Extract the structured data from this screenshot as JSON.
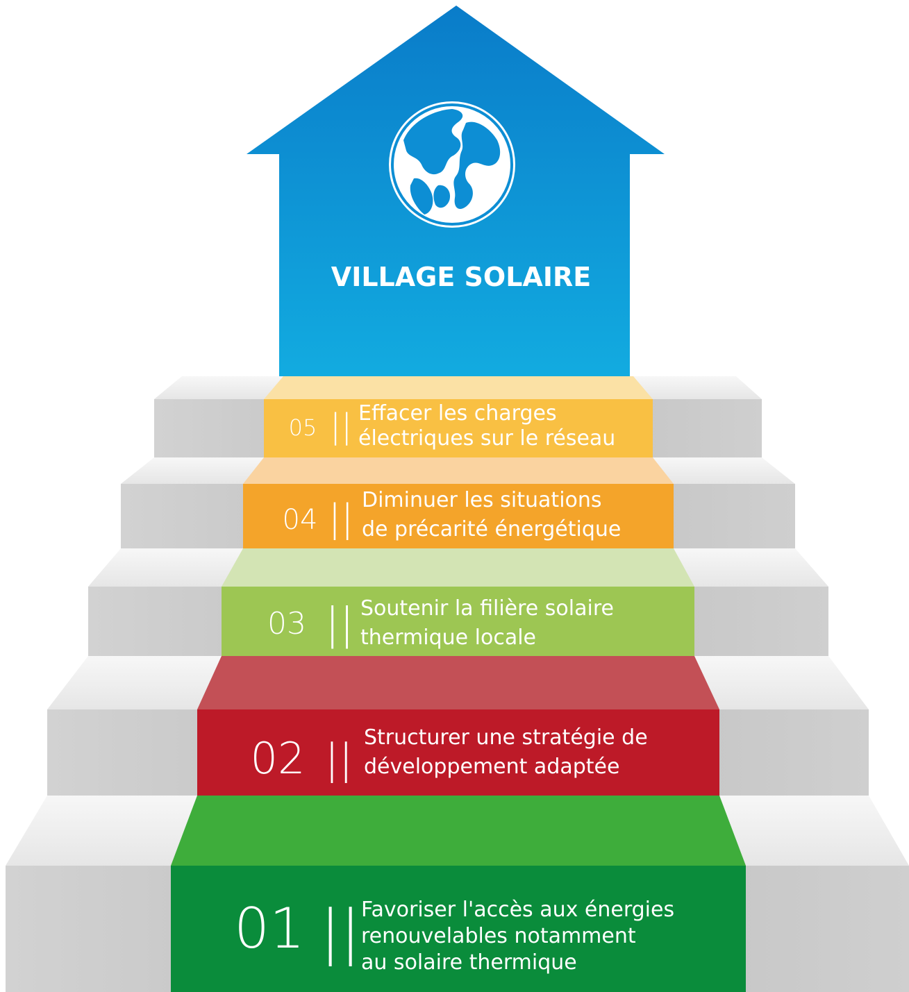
{
  "title": "VILLAGE SOLAIRE",
  "icon": "globe-icon",
  "colors": {
    "arrow_top": "#0a7cc9",
    "arrow_bottom": "#10a8df",
    "stair_side": "#c9c9c9",
    "stair_top": "#efefef"
  },
  "steps": [
    {
      "number": "05",
      "separator": "||",
      "lines": [
        "Effacer les charges",
        "électriques sur le réseau"
      ],
      "color": "#f9c043",
      "top_color": "#fbe1a5"
    },
    {
      "number": "04",
      "separator": "||",
      "lines": [
        "Diminuer les situations",
        "de précarité énergétique"
      ],
      "color": "#f4a42a",
      "top_color": "#fad3a0"
    },
    {
      "number": "03",
      "separator": "||",
      "lines": [
        "Soutenir la filière solaire",
        "thermique locale"
      ],
      "color": "#9dc653",
      "top_color": "#d3e4b4"
    },
    {
      "number": "02",
      "separator": "||",
      "lines": [
        "Structurer une stratégie de",
        "développement adaptée"
      ],
      "color": "#bd1a28",
      "top_color": "#c35056"
    },
    {
      "number": "01",
      "separator": "||",
      "lines": [
        "Favoriser l'accès aux énergies",
        "renouvelables notamment",
        "au solaire thermique"
      ],
      "color": "#0a8c3b",
      "top_color": "#3ead3b"
    }
  ]
}
